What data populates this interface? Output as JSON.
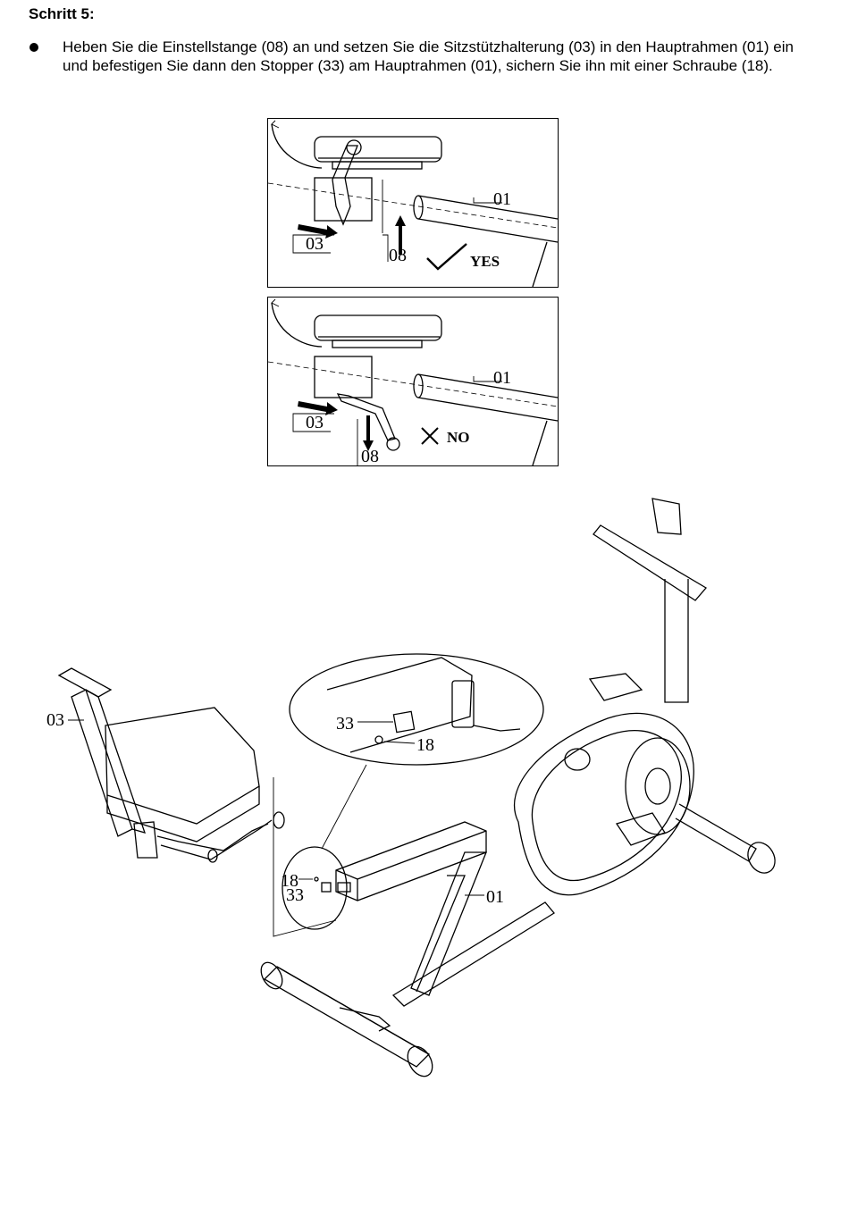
{
  "step": {
    "title": "Schritt 5:"
  },
  "instructions": [
    "Heben Sie die Einstellstange (08) an und setzen Sie die Sitzstützhalterung (03) in den Hauptrahmen (01) ein und befestigen Sie dann den Stopper (33) am Hauptrahmen (01), sichern Sie ihn mit einer Schraube (18)."
  ],
  "panel_yes": {
    "part_frame": "01",
    "part_holder": "03",
    "part_rod": "08",
    "verdict": "YES",
    "verdict_icon": "check-mark-icon"
  },
  "panel_no": {
    "part_frame": "01",
    "part_holder": "03",
    "part_rod": "08",
    "verdict": "NO",
    "verdict_icon": "cross-mark-icon"
  },
  "main": {
    "part_seat_holder": "03",
    "part_frame": "01",
    "detail": {
      "stopper": "33",
      "screw": "18"
    },
    "inset": {
      "screw": "18",
      "stopper": "33"
    }
  }
}
